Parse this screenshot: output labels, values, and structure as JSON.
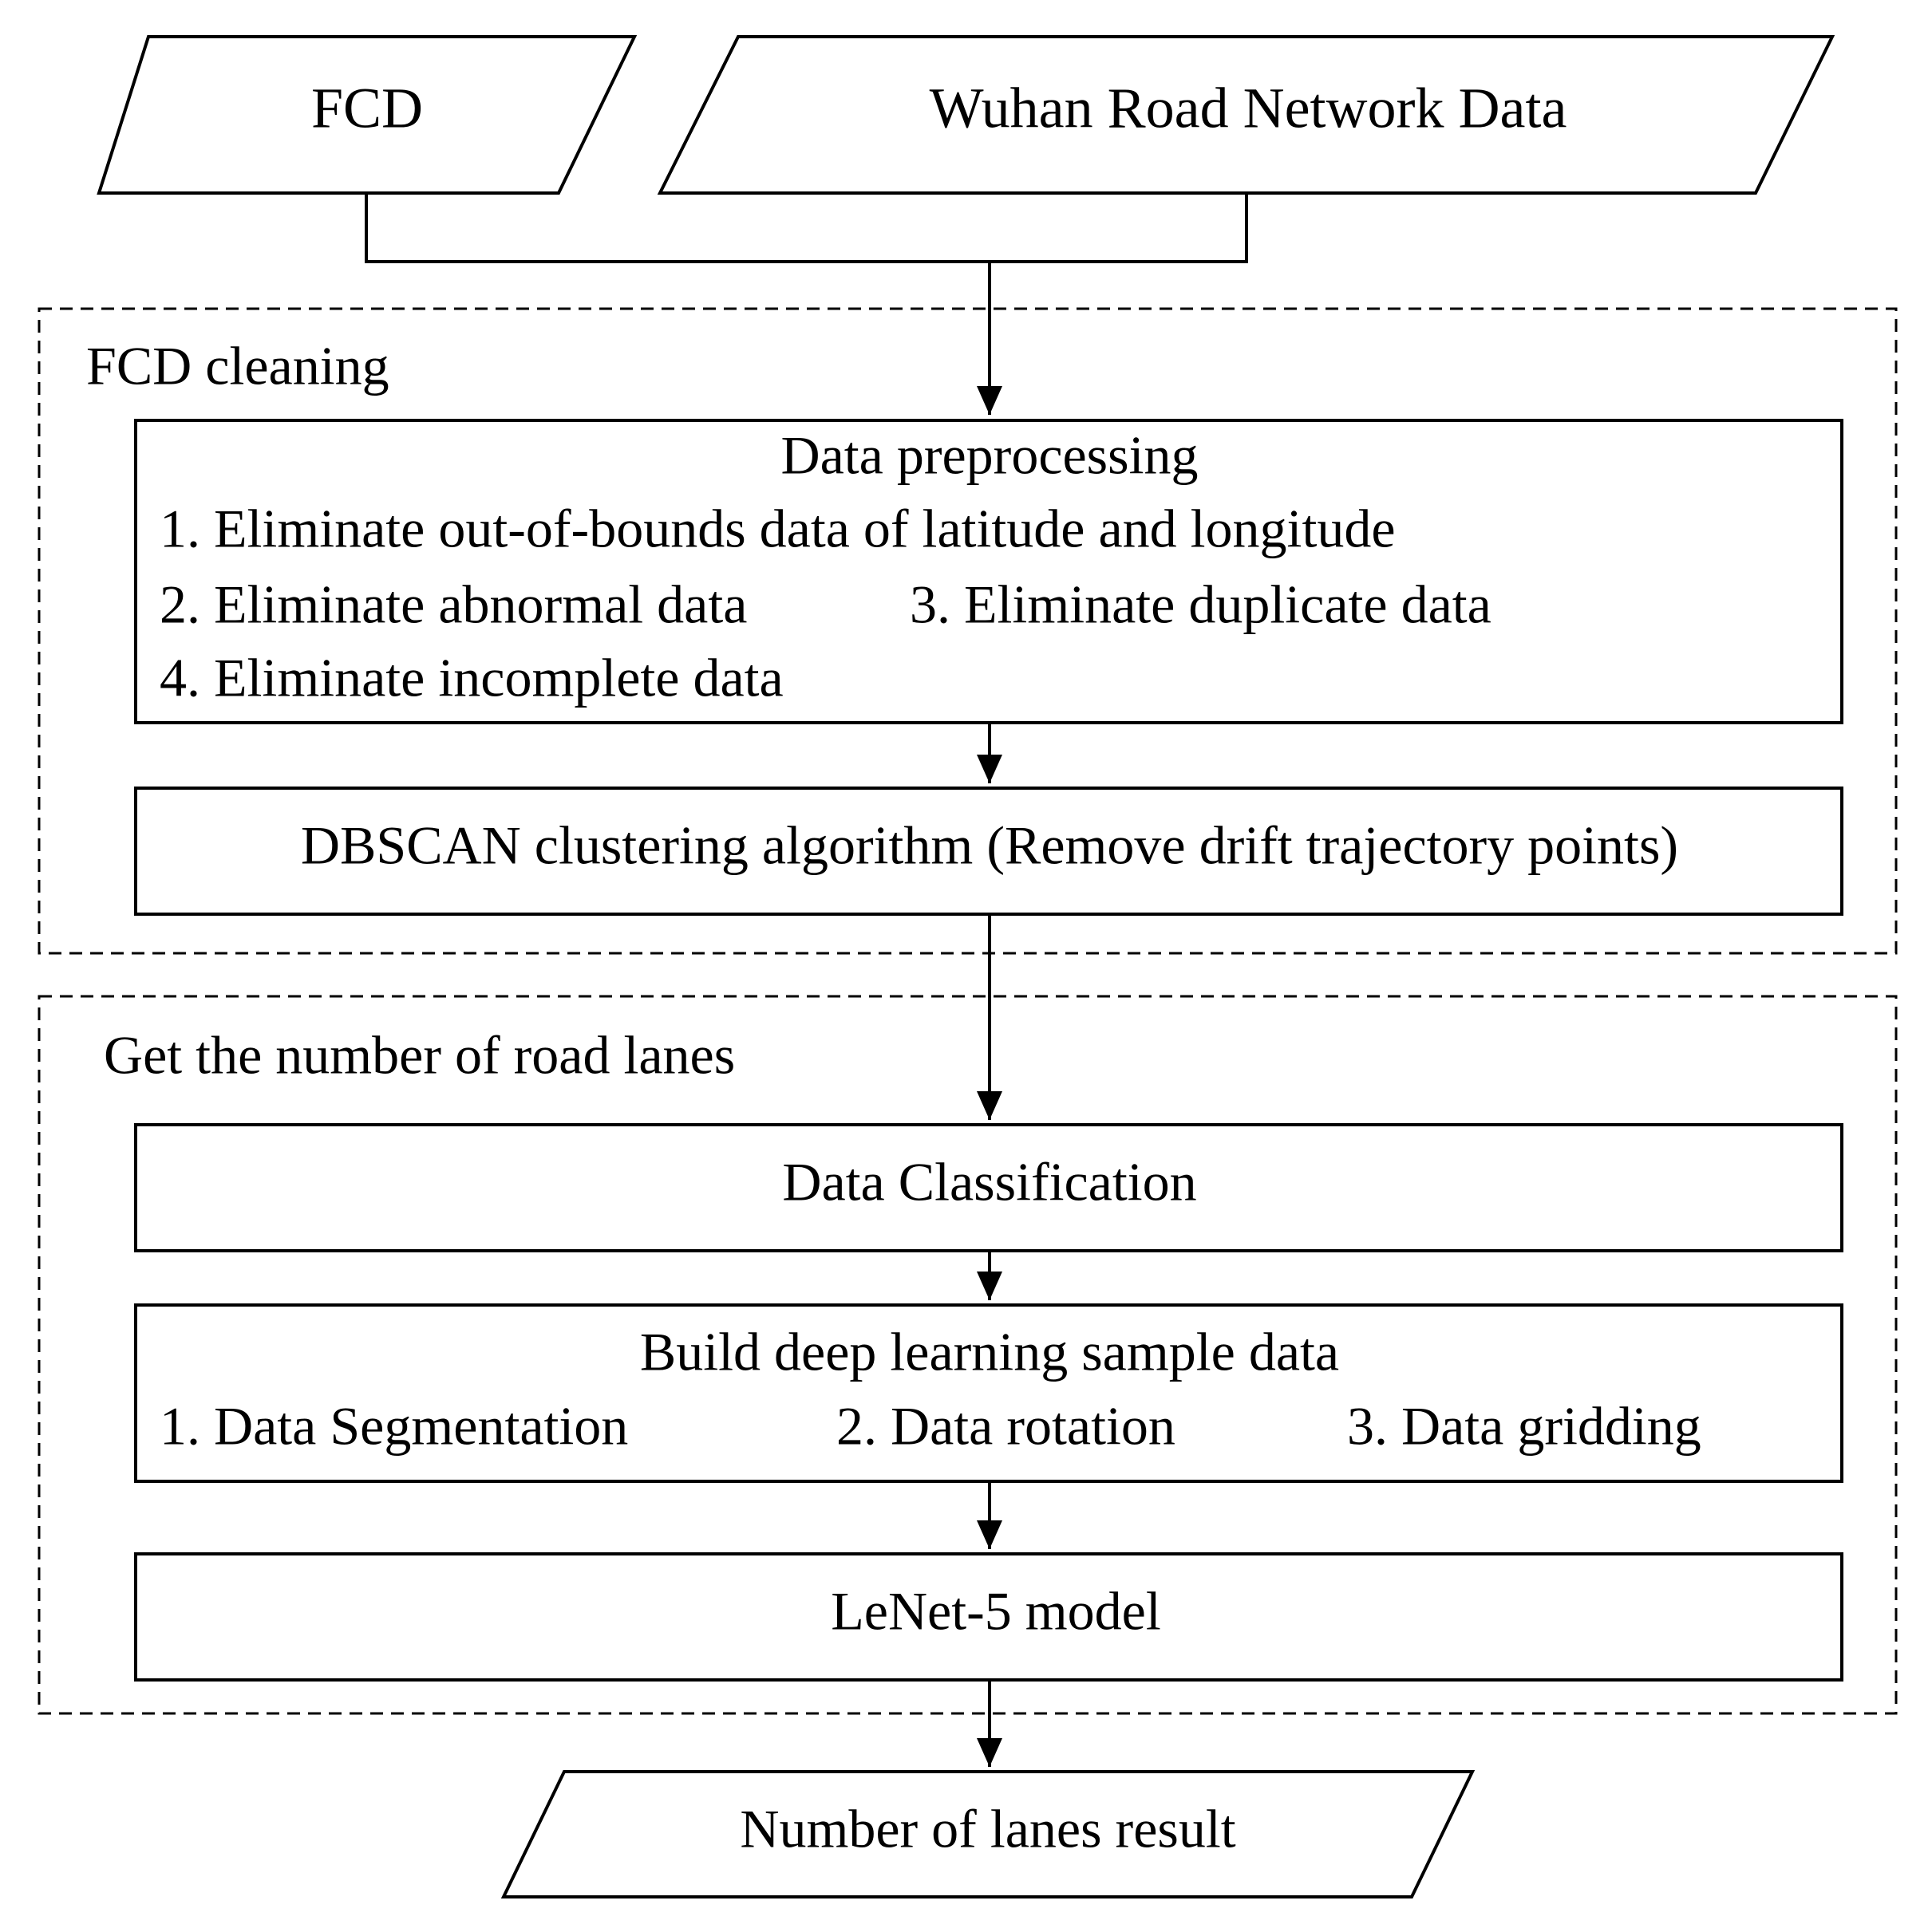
{
  "inputs": {
    "fcd": "FCD",
    "road_network": "Wuhan Road Network Data"
  },
  "groups": {
    "cleaning": {
      "title": "FCD cleaning",
      "preprocessing": {
        "title": "Data preprocessing",
        "step1": "1. Eliminate out-of-bounds data of latitude and longitude",
        "step2": "2. Eliminate abnormal data",
        "step3": "3. Eliminate duplicate data",
        "step4": "4. Eliminate incomplete data"
      },
      "dbscan": "DBSCAN clustering algorithm (Remove drift trajectory points)"
    },
    "lanes": {
      "title": "Get the number of road lanes",
      "classification": "Data Classification",
      "samples": {
        "title": "Build deep learning sample data",
        "step1": "1. Data Segmentation",
        "step2": "2. Data rotation",
        "step3": "3. Data gridding"
      },
      "model": "LeNet-5 model"
    }
  },
  "output": {
    "result": "Number of lanes result"
  }
}
